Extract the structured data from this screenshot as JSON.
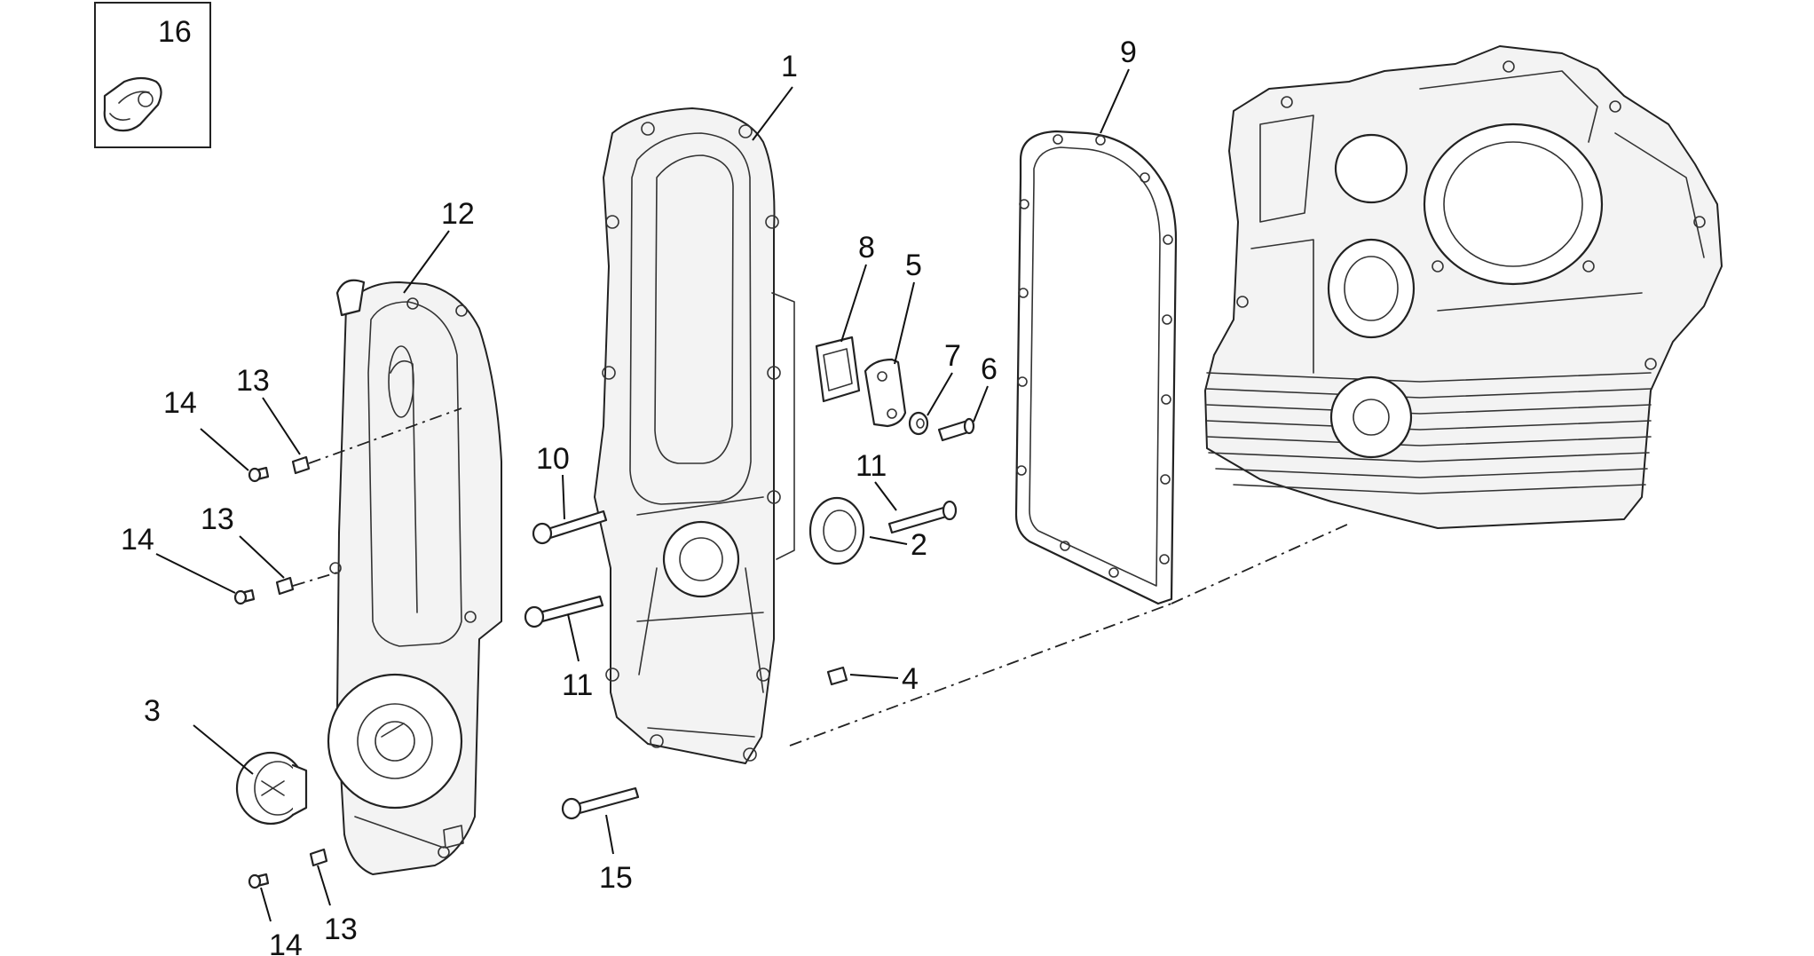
{
  "inset": {
    "label": "16"
  },
  "callouts": [
    {
      "id": "c1",
      "label": "1"
    },
    {
      "id": "c2",
      "label": "2"
    },
    {
      "id": "c3",
      "label": "3"
    },
    {
      "id": "c4",
      "label": "4"
    },
    {
      "id": "c5",
      "label": "5"
    },
    {
      "id": "c6",
      "label": "6"
    },
    {
      "id": "c7",
      "label": "7"
    },
    {
      "id": "c8",
      "label": "8"
    },
    {
      "id": "c9",
      "label": "9"
    },
    {
      "id": "c10",
      "label": "10"
    },
    {
      "id": "c11a",
      "label": "11"
    },
    {
      "id": "c11b",
      "label": "11"
    },
    {
      "id": "c12",
      "label": "12"
    },
    {
      "id": "c13a",
      "label": "13"
    },
    {
      "id": "c13b",
      "label": "13"
    },
    {
      "id": "c13c",
      "label": "13"
    },
    {
      "id": "c14a",
      "label": "14"
    },
    {
      "id": "c14b",
      "label": "14"
    },
    {
      "id": "c14c",
      "label": "14"
    },
    {
      "id": "c15",
      "label": "15"
    }
  ]
}
